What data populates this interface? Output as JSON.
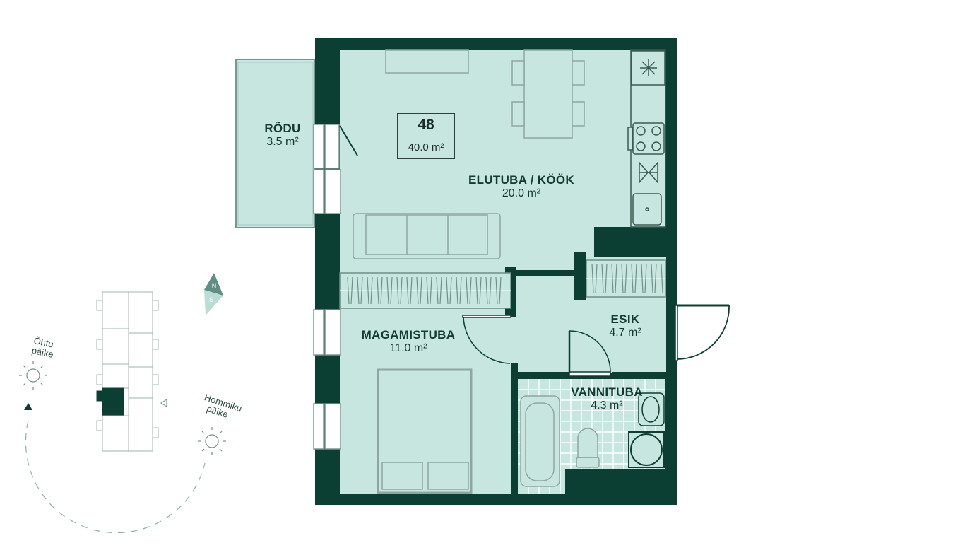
{
  "apartment": {
    "number": "48",
    "area": "40.0 m²"
  },
  "rooms": {
    "balcony": {
      "name": "RÕDU",
      "area": "3.5 m²"
    },
    "living": {
      "name": "ELUTUBA / KÖÖK",
      "area": "20.0 m²"
    },
    "bedroom": {
      "name": "MAGAMISTUBA",
      "area": "11.0 m²"
    },
    "hall": {
      "name": "ESIK",
      "area": "4.7 m²"
    },
    "bath": {
      "name": "VANNITUBA",
      "area": "4.3 m²"
    }
  },
  "compass": {
    "north": "N",
    "south": "S"
  },
  "sun": {
    "evening": [
      "Õhtu",
      "päike"
    ],
    "morning": [
      "Hommiku",
      "päike"
    ]
  },
  "colors": {
    "wall": "#0b3f33",
    "room": "#c7e6df",
    "accent": "#5f8f83"
  }
}
